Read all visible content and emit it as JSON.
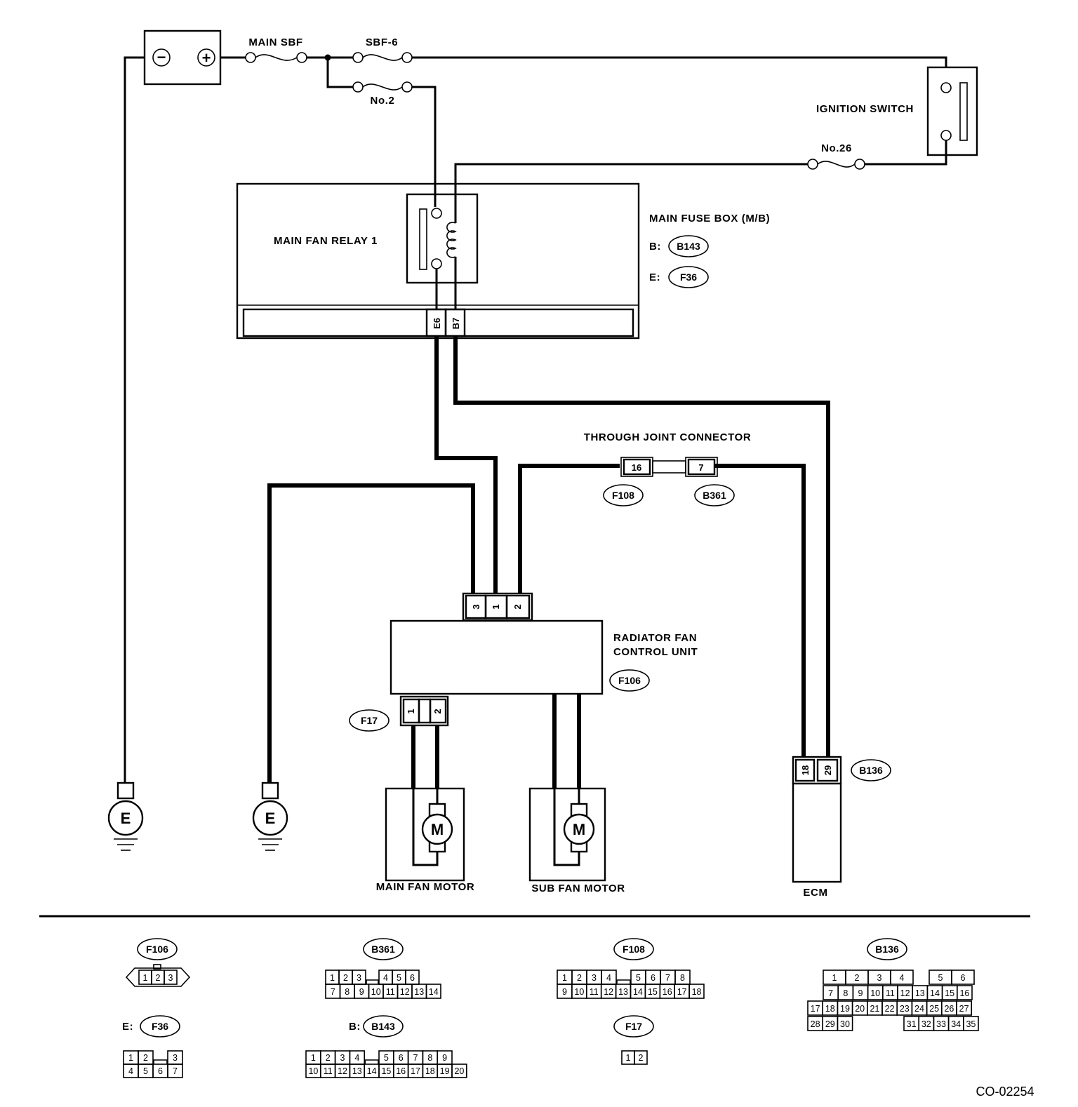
{
  "labels": {
    "main_sbf": "MAIN SBF",
    "sbf6": "SBF-6",
    "no2": "No.2",
    "no26": "No.26",
    "ignition_switch": "IGNITION SWITCH",
    "main_fuse_box": "MAIN FUSE BOX (M/B)",
    "main_fan_relay": "MAIN FAN RELAY 1",
    "through_joint": "THROUGH JOINT CONNECTOR",
    "radiator_fan_1": "RADIATOR FAN",
    "radiator_fan_2": "CONTROL UNIT",
    "main_fan_motor": "MAIN FAN MOTOR",
    "sub_fan_motor": "SUB FAN MOTOR",
    "ecm": "ECM",
    "ground": "E",
    "motor": "M",
    "battery_minus": "−",
    "battery_plus": "+",
    "b_prefix": "B:",
    "e_prefix": "E:",
    "code": "CO-02254"
  },
  "connectors": {
    "b143": "B143",
    "f36": "F36",
    "f108": "F108",
    "b361": "B361",
    "f106": "F106",
    "f17": "F17",
    "b136": "B136"
  },
  "pins": {
    "e6": "E6",
    "b7": "B7",
    "joint_16": "16",
    "joint_7": "7",
    "rfc_3": "3",
    "rfc_1": "1",
    "rfc_2": "2",
    "f17_1": "1",
    "f17_2": "2",
    "ecm_18": "18",
    "ecm_29": "29"
  },
  "connector_faces": {
    "f106": {
      "row": [
        "1",
        "2",
        "3"
      ]
    },
    "b361": {
      "top": [
        "1",
        "2",
        "3",
        "",
        "4",
        "5",
        "6"
      ],
      "bottom": [
        "7",
        "8",
        "9",
        "10",
        "11",
        "12",
        "13",
        "14"
      ]
    },
    "f108": {
      "top": [
        "1",
        "2",
        "3",
        "4",
        "",
        "5",
        "6",
        "7",
        "8"
      ],
      "bottom": [
        "9",
        "10",
        "11",
        "12",
        "13",
        "14",
        "15",
        "16",
        "17",
        "18"
      ]
    },
    "b136": {
      "row1": [
        "1",
        "2",
        "3",
        "4",
        "",
        "5",
        "6"
      ],
      "row2": [
        "7",
        "8",
        "9",
        "10",
        "11",
        "12",
        "13",
        "14",
        "15",
        "16"
      ],
      "row3": [
        "17",
        "18",
        "19",
        "20",
        "21",
        "22",
        "23",
        "24",
        "25",
        "26",
        "27"
      ],
      "row4a": [
        "28",
        "29",
        "30"
      ],
      "row4b": [
        "31",
        "32",
        "33",
        "34",
        "35"
      ]
    },
    "f36": {
      "top": [
        "1",
        "2",
        "",
        "3"
      ],
      "bottom": [
        "4",
        "5",
        "6",
        "7"
      ]
    },
    "b143": {
      "top": [
        "1",
        "2",
        "3",
        "4",
        "",
        "5",
        "6",
        "7",
        "8",
        "9"
      ],
      "bottom": [
        "10",
        "11",
        "12",
        "13",
        "14",
        "15",
        "16",
        "17",
        "18",
        "19",
        "20"
      ]
    },
    "f17": {
      "row": [
        "1",
        "2"
      ]
    }
  }
}
